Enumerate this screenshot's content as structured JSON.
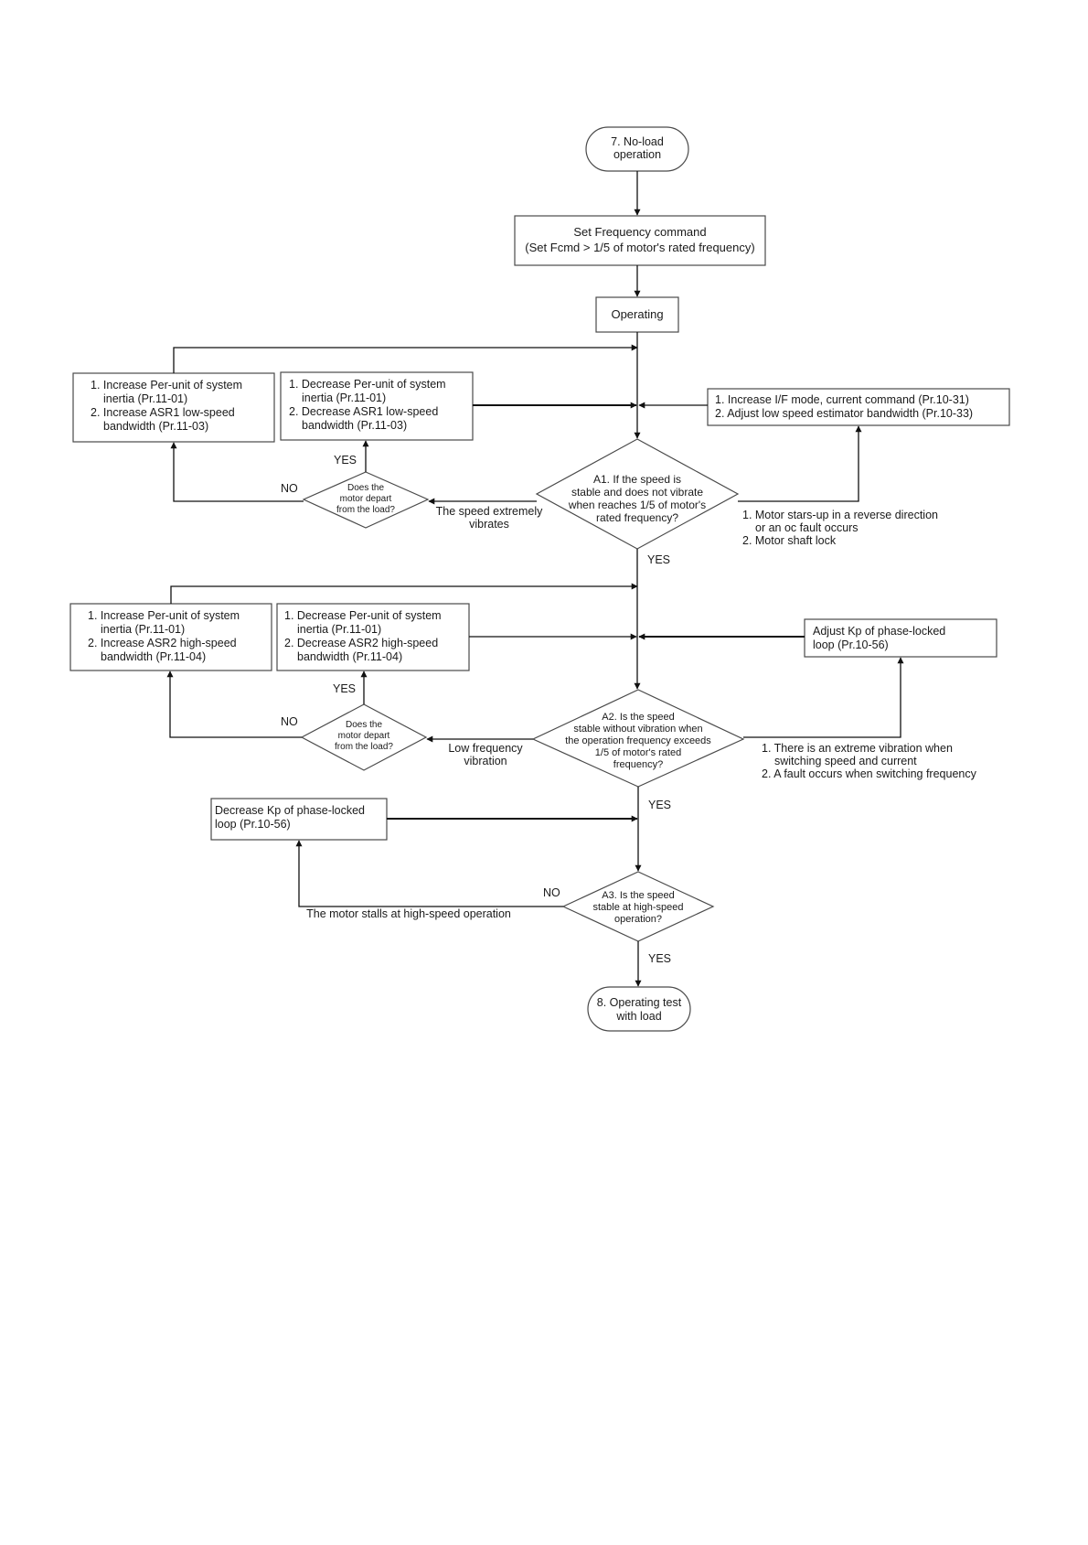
{
  "nodes": {
    "start": [
      "7. No-load",
      "operation"
    ],
    "set_freq": [
      "Set Frequency command",
      "(Set Fcmd > 1/5 of motor's rated frequency)"
    ],
    "operating": [
      "Operating"
    ],
    "inc_asr1": [
      "1. Increase Per-unit of system",
      "inertia (Pr.11-01)",
      "2. Increase ASR1 low-speed",
      "bandwidth (Pr.11-03)"
    ],
    "dec_asr1": [
      "1. Decrease Per-unit of  system",
      "inertia (Pr.11-01)",
      "2. Decrease ASR1 low-speed",
      "bandwidth (Pr.11-03)"
    ],
    "if_mode": [
      "1. Increase I/F mode, current command (Pr.10-31)",
      "2. Adjust low speed estimator bandwidth (Pr.10-33)"
    ],
    "depart1": [
      "Does the",
      "motor depart",
      "from the load?"
    ],
    "a1": [
      "A1. If the speed is",
      "stable and does not vibrate",
      "when reaches 1/5 of motor's",
      "rated frequency?"
    ],
    "inc_asr2": [
      "1. Increase Per-unit of system",
      "inertia (Pr.11-01)",
      "2. Increase ASR2 high-speed",
      "bandwidth (Pr.11-04)"
    ],
    "dec_asr2": [
      "1. Decrease Per-unit of  system",
      "inertia (Pr.11-01)",
      "2. Decrease ASR2 high-speed",
      "bandwidth (Pr.11-04)"
    ],
    "adj_kp": [
      "Adjust Kp of phase-locked",
      "loop (Pr.10-56)"
    ],
    "depart2": [
      "Does the",
      "motor depart",
      "from the load?"
    ],
    "a2": [
      "A2. Is the speed",
      "stable without vibration when",
      "the operation frequency exceeds",
      "1/5 of motor's rated",
      "frequency?"
    ],
    "dec_kp": [
      "Decrease Kp of phase-locked",
      "loop (Pr.10-56)"
    ],
    "a3": [
      "A3. Is the speed",
      "stable at high-speed",
      "operation?"
    ],
    "end": [
      "8. Operating test",
      "with load"
    ]
  },
  "labels": {
    "yes1": [
      "YES"
    ],
    "no1": [
      "NO"
    ],
    "vib1": [
      "The speed extremely",
      "vibrates"
    ],
    "reverse": [
      "1. Motor stars-up in a reverse direction",
      "or an oc fault occurs",
      "2. Motor shaft lock"
    ],
    "yes_a1": [
      "YES"
    ],
    "yes2": [
      "YES"
    ],
    "no2": [
      "NO"
    ],
    "lowfreq": [
      "Low frequency",
      "vibration"
    ],
    "extreme": [
      "1. There is an extreme vibration when",
      "switching speed and current",
      "2. A fault occurs when switching frequency"
    ],
    "yes_a2": [
      "YES"
    ],
    "no3": [
      "NO"
    ],
    "stall": [
      "The motor stalls at high-speed operation"
    ],
    "yes_a3": [
      "YES"
    ]
  }
}
